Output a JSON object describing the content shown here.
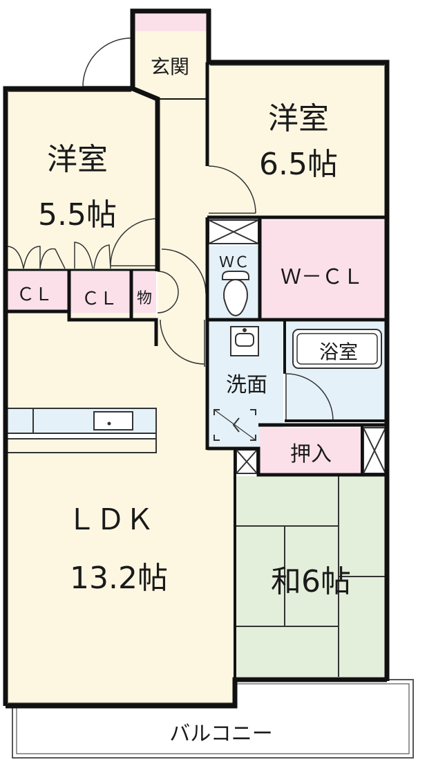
{
  "colors": {
    "western_room": "#fdf7e2",
    "closet": "#fbe0ea",
    "wet_area": "#e4f1f8",
    "tatami": "#e3eedb",
    "wall": "#111111",
    "balcony": "#ffffff"
  },
  "rooms": {
    "entrance": {
      "label": "玄関"
    },
    "western_left": {
      "label": "洋室",
      "size": "5.5帖"
    },
    "western_right": {
      "label": "洋室",
      "size": "6.5帖"
    },
    "cl_left": {
      "label": "ＣＬ"
    },
    "cl_mid": {
      "label": "ＣＬ"
    },
    "storage": {
      "label": "物"
    },
    "wc": {
      "label": "ＷＣ"
    },
    "wcl": {
      "label": "Ｗ－ＣＬ"
    },
    "bath": {
      "label": "浴室"
    },
    "washroom": {
      "label": "洗面"
    },
    "closet_oshiire": {
      "label": "押入"
    },
    "ldk": {
      "label": "ＬＤＫ",
      "size": "13.2帖"
    },
    "japanese": {
      "label": "和6帖"
    },
    "balcony": {
      "label": "バルコニー"
    }
  }
}
